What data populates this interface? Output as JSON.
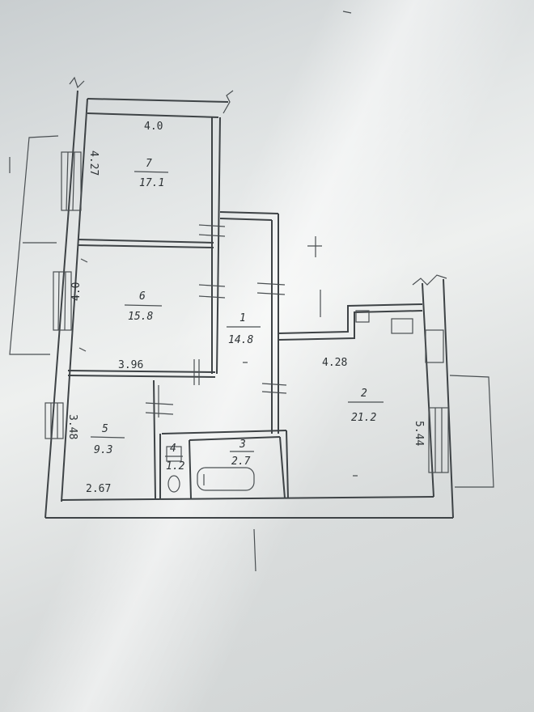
{
  "rooms": [
    {
      "id": "7",
      "area": "17.1"
    },
    {
      "id": "6",
      "area": "15.8"
    },
    {
      "id": "1",
      "area": "14.8"
    },
    {
      "id": "2",
      "area": "21.2"
    },
    {
      "id": "5",
      "area": "9.3"
    },
    {
      "id": "4",
      "area": "1.2"
    },
    {
      "id": "3",
      "area": "2.7"
    }
  ],
  "dimensions": {
    "room7_width": "4.0",
    "room7_depth": "4.27",
    "room6_depth": "4.0",
    "room6_width": "3.96",
    "room2_width": "4.28",
    "room2_depth": "5.44",
    "room5_depth": "3.48",
    "room5_width": "2.67"
  }
}
